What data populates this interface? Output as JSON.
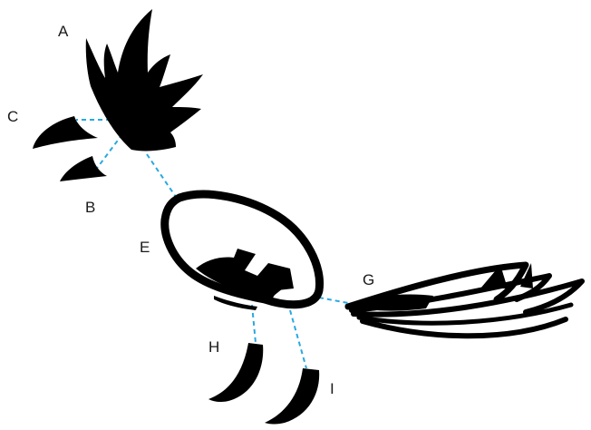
{
  "labels": {
    "a": "A",
    "b": "B",
    "c": "C",
    "e": "E",
    "g": "G",
    "h": "H",
    "i": "I"
  },
  "colors": {
    "ink": "#000000",
    "connector": "#29a8e0",
    "label": "#1a1a1a",
    "background": "#ffffff"
  }
}
